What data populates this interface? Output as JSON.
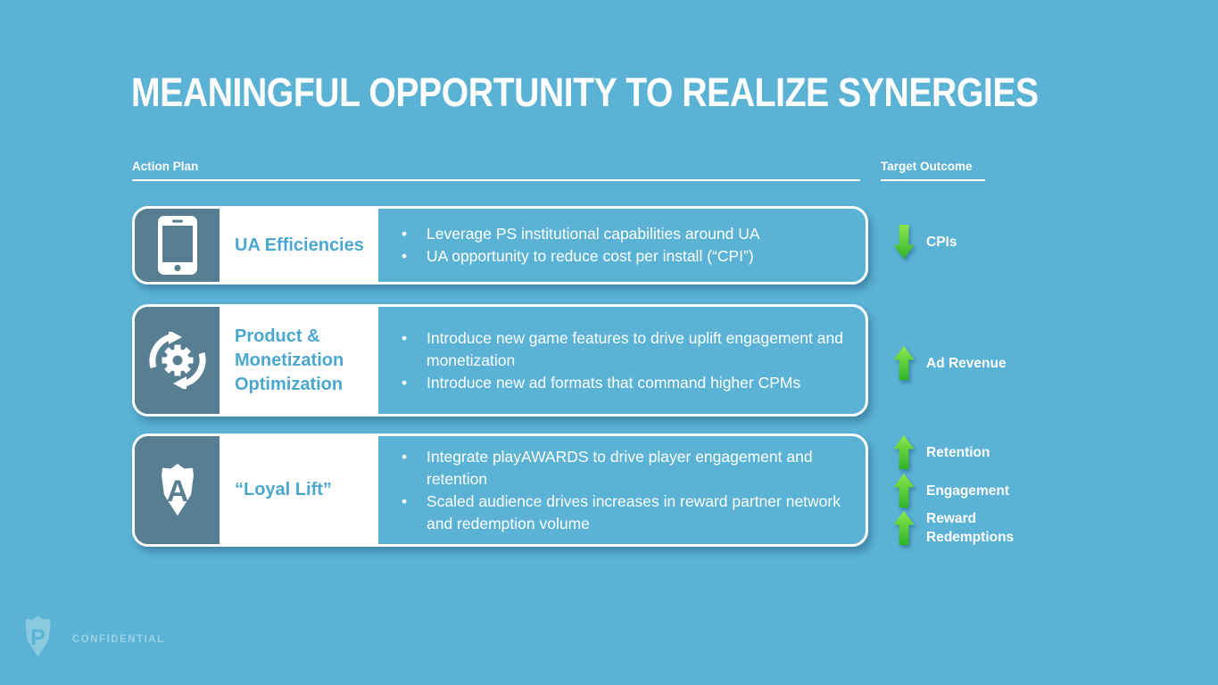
{
  "slide": {
    "title": "MEANINGFUL OPPORTUNITY TO REALIZE SYNERGIES",
    "headers": {
      "action_plan": "Action Plan",
      "target_outcome": "Target Outcome"
    },
    "rows": [
      {
        "icon": "smartphone-icon",
        "label": "UA Efficiencies",
        "bullets": [
          "Leverage PS institutional capabilities around UA",
          "UA opportunity to reduce cost per install (“CPI”)"
        ],
        "outcomes": [
          {
            "direction": "down",
            "label": "CPIs"
          }
        ]
      },
      {
        "icon": "optimization-cycle-icon",
        "label": "Product & Monetization Optimization",
        "bullets": [
          "Introduce new game features to drive uplift engagement and monetization",
          "Introduce new ad formats that command higher CPMs"
        ],
        "outcomes": [
          {
            "direction": "up",
            "label": "Ad Revenue"
          }
        ]
      },
      {
        "icon": "playawards-shield-icon",
        "icon_letter": "A",
        "label": "“Loyal Lift”",
        "bullets": [
          "Integrate playAWARDS to drive player engagement and retention",
          "Scaled audience drives increases in reward partner network and redemption volume"
        ],
        "outcomes": [
          {
            "direction": "up",
            "label": "Retention"
          },
          {
            "direction": "up",
            "label": "Engagement"
          },
          {
            "direction": "up",
            "label": "Reward Redemptions"
          }
        ]
      }
    ],
    "footer": {
      "logo_icon": "playstudios-shield-logo",
      "logo_letter": "P",
      "confidential": "CONFIDENTIAL"
    },
    "colors": {
      "background": "#5AB2D5",
      "icon_panel": "#587E92",
      "card_label_text": "#4BA7CE",
      "arrow_green_top": "#8BE74B",
      "arrow_green_bottom": "#2FB42A",
      "text_white": "#FFFFFF"
    }
  }
}
